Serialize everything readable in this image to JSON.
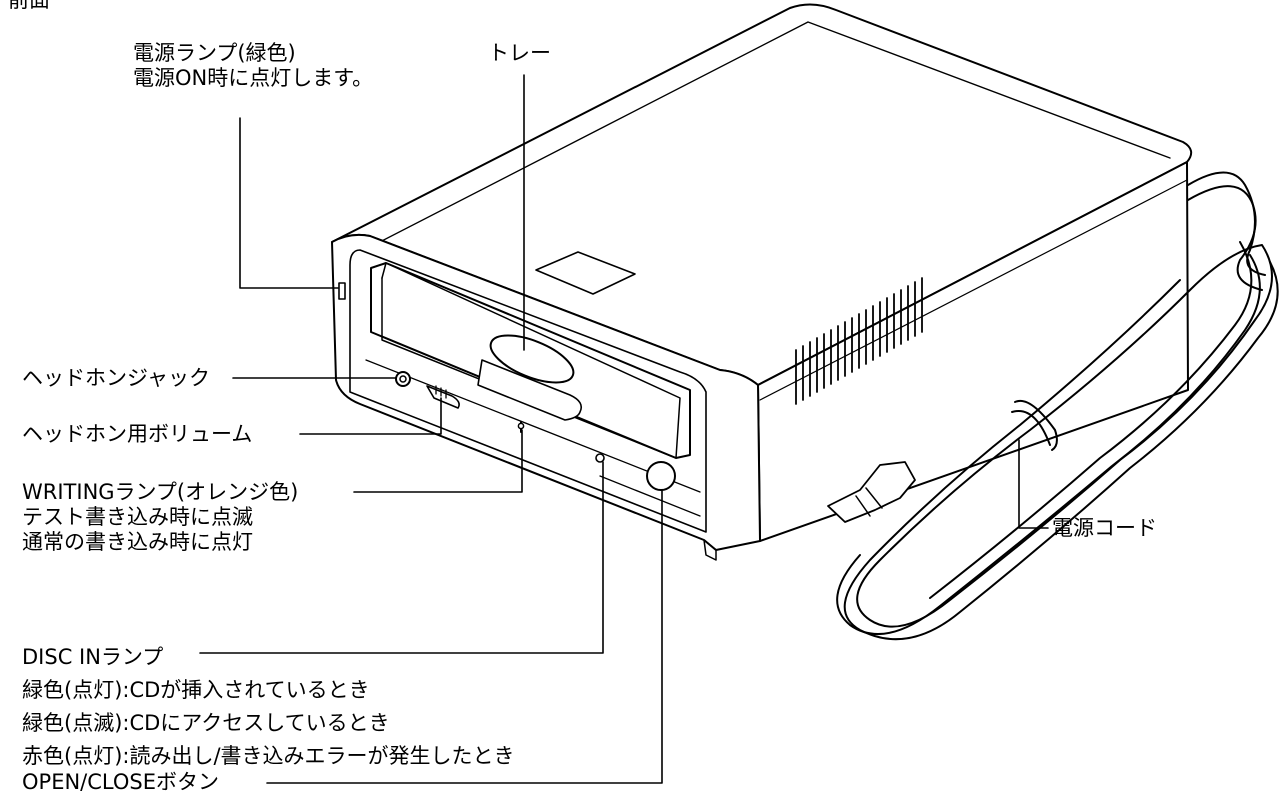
{
  "section_title": "前面",
  "labels": {
    "power_lamp": {
      "title": "電源ランプ(緑色)",
      "desc": "電源ON時に点灯します。"
    },
    "tray": {
      "title": "トレー"
    },
    "headphone_jack": {
      "title": "ヘッドホンジャック"
    },
    "headphone_volume": {
      "title": "ヘッドホン用ボリューム"
    },
    "writing_lamp": {
      "title": "WRITINGランプ(オレンジ色)",
      "desc1": "テスト書き込み時に点滅",
      "desc2": "通常の書き込み時に点灯"
    },
    "disc_in_lamp": {
      "title": "DISC INランプ",
      "desc1": "緑色(点灯):CDが挿入されているとき",
      "desc2": "緑色(点滅):CDにアクセスしているとき",
      "desc3": "赤色(点灯):読み出し/書き込みエラーが発生したとき"
    },
    "open_close_button": {
      "title": "OPEN/CLOSEボタン"
    },
    "power_cord": {
      "title": "電源コード"
    }
  }
}
